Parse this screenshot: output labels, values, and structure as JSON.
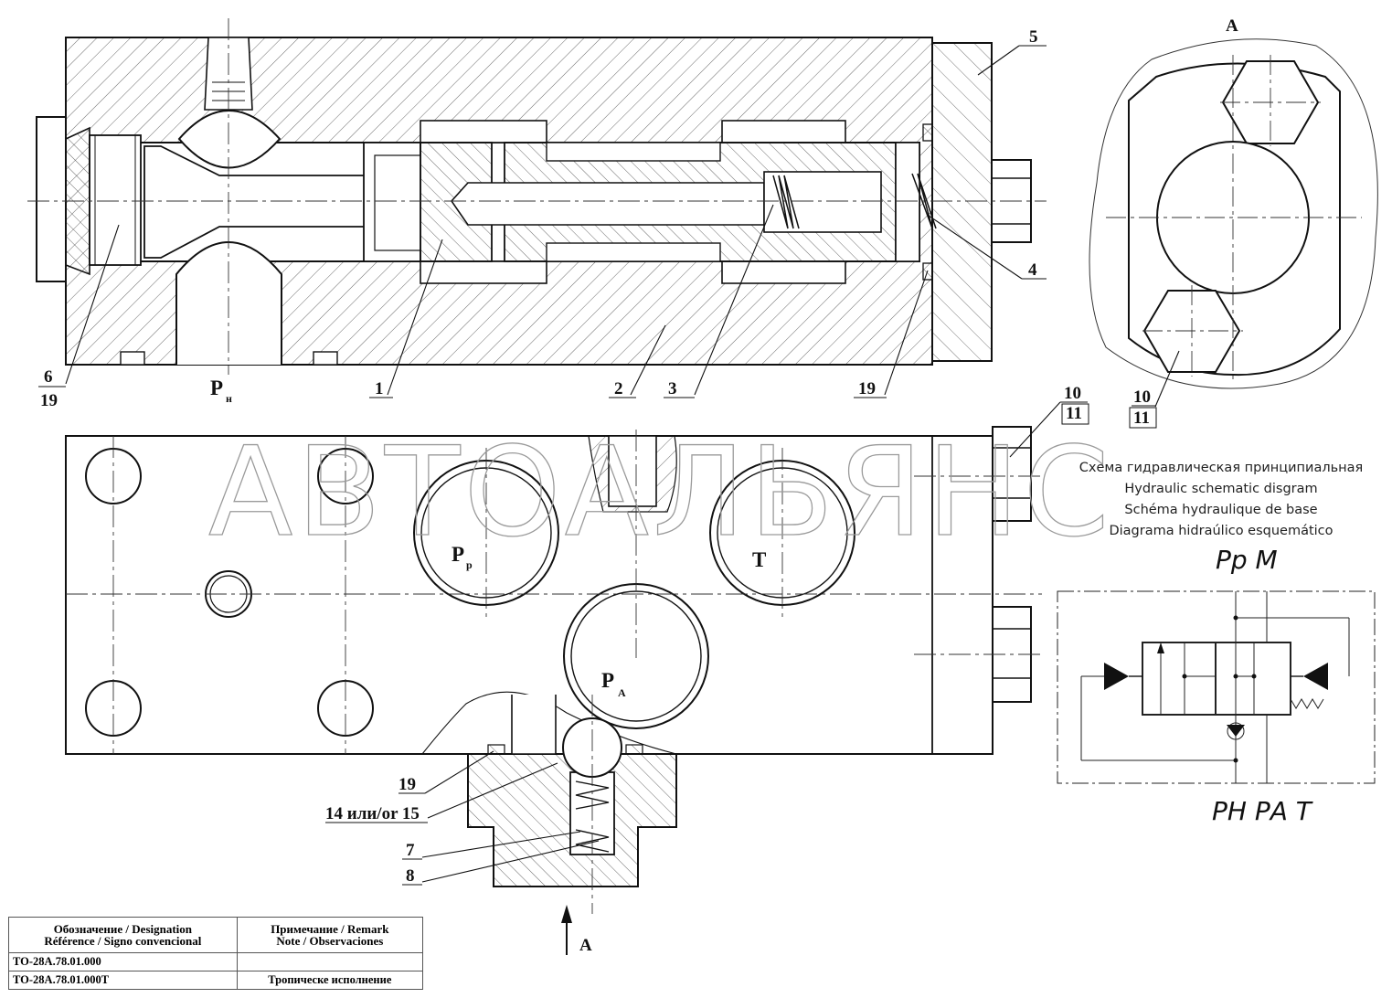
{
  "section_view": {
    "callouts": [
      "5",
      "4",
      "6",
      "19",
      "1",
      "2",
      "3",
      "19"
    ],
    "port_pn": "Р",
    "port_pn_sub": "н"
  },
  "view_a": {
    "label": "А",
    "callout_top": "10",
    "callout_bottom": "11"
  },
  "front_view": {
    "callout_top": "10",
    "callout_bottom": "11",
    "port_pr": "Р",
    "port_pr_sub": "р",
    "port_t": "Т",
    "port_pa": "Р",
    "port_pa_sub": "А",
    "callouts_lower": [
      "19",
      "14 или/or 15",
      "7",
      "8"
    ],
    "arrow_label": "А"
  },
  "watermark": "АВТОАЛЬЯНС",
  "schematic": {
    "title_lines": [
      "Схема гидравлическая принципиальная",
      "Hydraulic schematic disgram",
      "Schéma hydraulique de base",
      "Diagrama hidraúlico esquemático"
    ],
    "top_ports": "Pр M",
    "bottom_ports": "PН PА T"
  },
  "designation_table": {
    "header_left": [
      "Обозначение / Designation",
      "Référence / Signo convencional"
    ],
    "header_right": [
      "Примечание / Remark",
      "Note / Observaciones"
    ],
    "rows": [
      {
        "designation": "ТО-28А.78.01.000",
        "remark": ""
      },
      {
        "designation": "ТО-28А.78.01.000Т",
        "remark": "Тропическе исполнение"
      }
    ]
  }
}
